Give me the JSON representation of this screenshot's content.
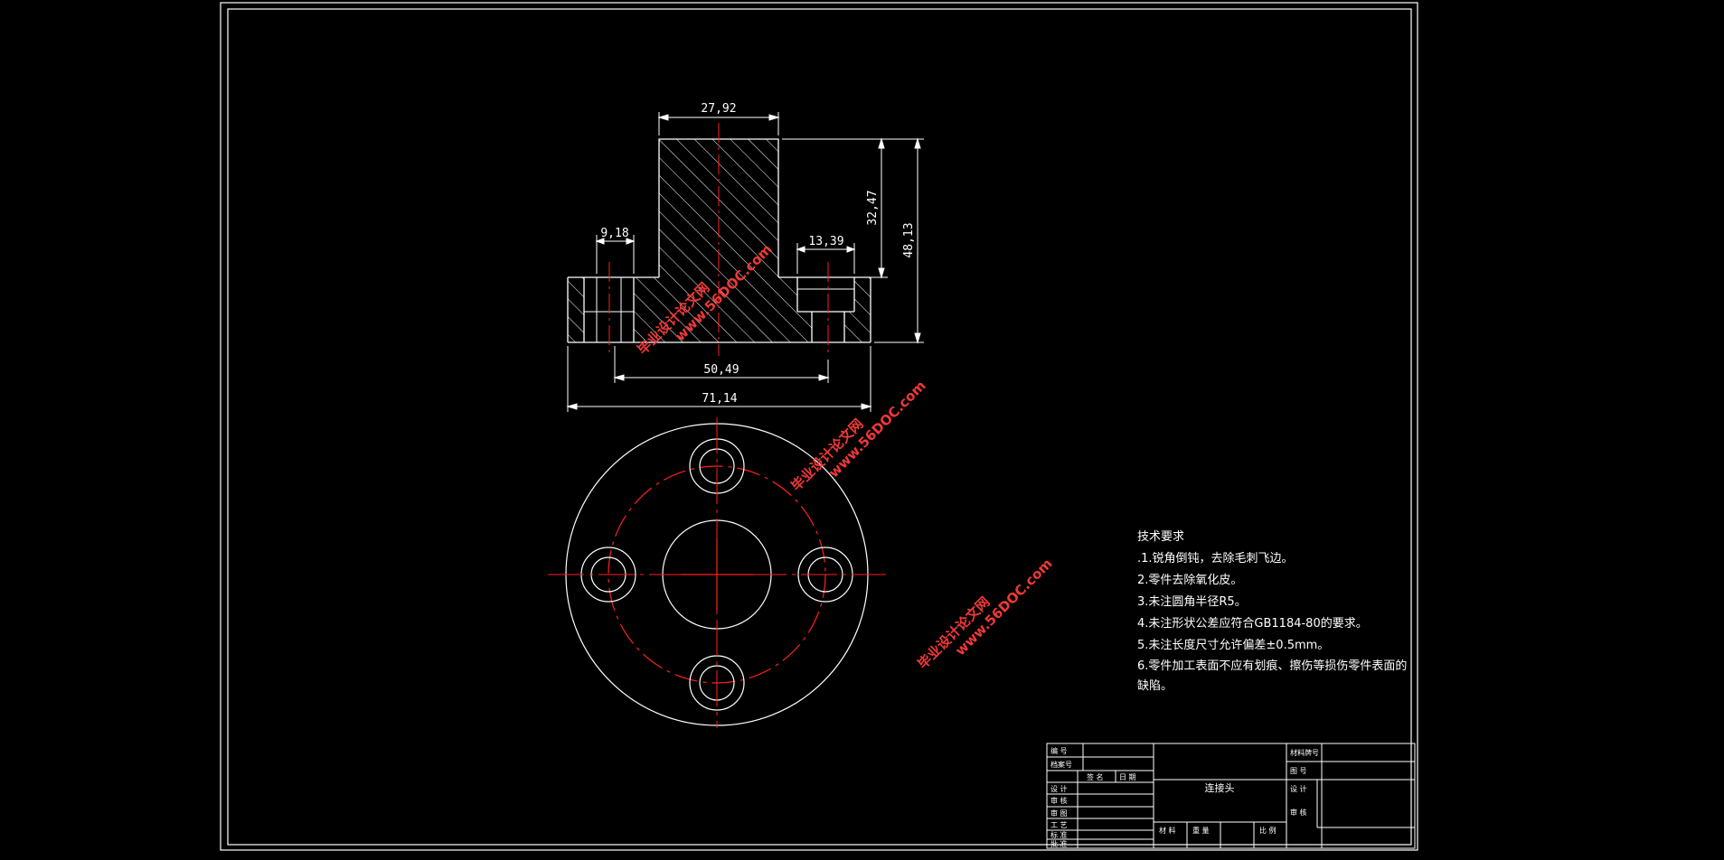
{
  "dimensions": {
    "top_width": "27,92",
    "left_hole": "9,18",
    "right_hole": "13,39",
    "upper_height": "32,47",
    "total_height": "48,13",
    "hole_pitch": "50,49",
    "total_width": "71,14"
  },
  "tech_requirements": {
    "title": "技术要求",
    "items": [
      ".1.锐角倒钝，去除毛刺飞边。",
      "2.零件去除氧化皮。",
      "3.未注圆角半径R5。",
      "4.未注形状公差应符合GB1184-80的要求。",
      "5.未注长度尺寸允许偏差±0.5mm。",
      "6.零件加工表面不应有划痕、擦伤等损伤零件表面的缺陷。"
    ]
  },
  "title_block": {
    "part_name": "连接头",
    "left_rows": [
      "编 号",
      "档案号",
      "",
      "设 计",
      "审 核",
      "审 图",
      "工 艺",
      "标 准",
      "批 准"
    ],
    "left_header": [
      "签 名",
      "日 期"
    ],
    "right_top": [
      "材料牌号",
      "图 号"
    ],
    "right_mid": [
      "设 计",
      "审 核"
    ],
    "bottom": [
      "材 料",
      "重 量",
      "比 例"
    ]
  },
  "watermarks": [
    {
      "line1": "毕业设计论文网",
      "line2": "www.56DOC.com"
    },
    {
      "line1": "毕业设计论文网",
      "line2": "www.56DOC.com"
    },
    {
      "line1": "毕业设计论文网",
      "line2": "www.56DOC.com"
    }
  ],
  "colors": {
    "background": "#000000",
    "line": "#ffffff",
    "centerline": "#ff2020",
    "watermark": "#ff3b3b"
  }
}
